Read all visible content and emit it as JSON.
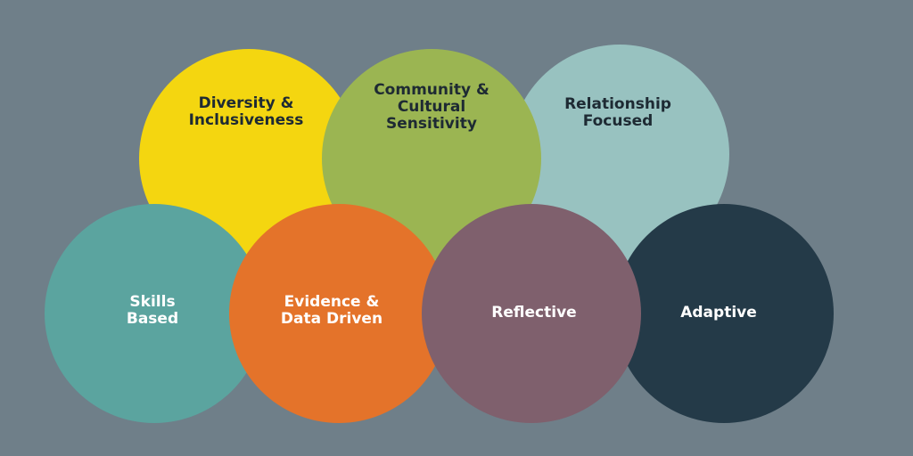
{
  "colors": {
    "background": "#6f7f89",
    "diversity": "#f4d610",
    "community": "#9bb552",
    "relationship": "#98c2c0",
    "skills": "#5ba49f",
    "evidence": "#e4732a",
    "reflective": "#7f606d",
    "adaptive": "#243a48"
  },
  "circles": [
    {
      "id": "diversity",
      "lines": [
        "Diversity &",
        "Inclusiveness"
      ]
    },
    {
      "id": "community",
      "lines": [
        "Community &",
        "Cultural",
        "Sensitivity"
      ]
    },
    {
      "id": "relationship",
      "lines": [
        "Relationship",
        "Focused"
      ]
    },
    {
      "id": "skills",
      "lines": [
        "Skills",
        "Based"
      ]
    },
    {
      "id": "evidence",
      "lines": [
        "Evidence &",
        "Data Driven"
      ]
    },
    {
      "id": "reflective",
      "lines": [
        "Reflective"
      ]
    },
    {
      "id": "adaptive",
      "lines": [
        "Adaptive"
      ]
    }
  ]
}
